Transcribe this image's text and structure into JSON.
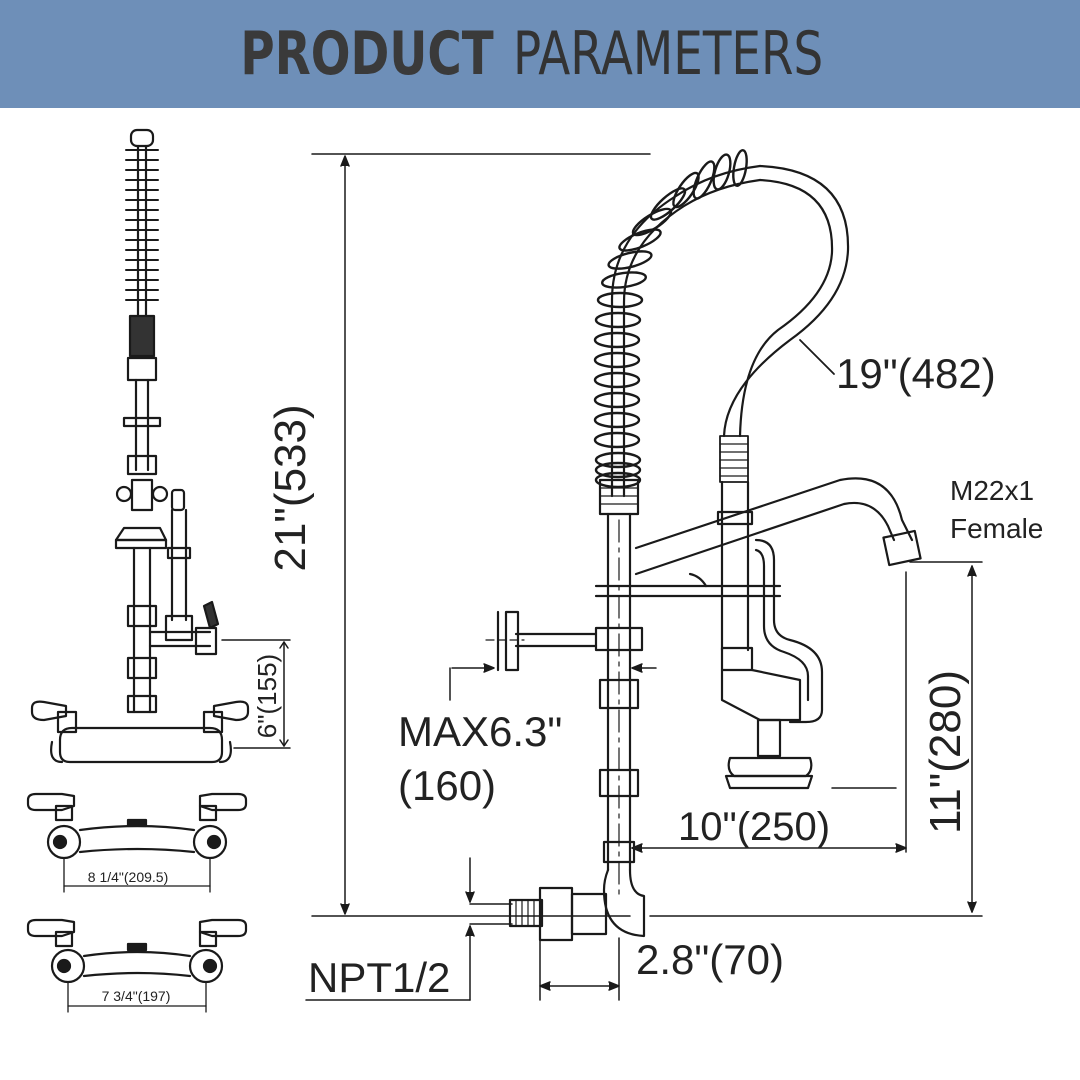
{
  "header": {
    "title_bold": "PRODUCT",
    "title_light": "PARAMETERS",
    "background": "#6e8fb8",
    "text_color": "#3a3a3a"
  },
  "dimensions": {
    "total_height": "21\"(533)",
    "hose_length": "19\"(482)",
    "thread_top": "M22x1",
    "thread_bottom": "Female",
    "spout_height": "11\"(280)",
    "spout_reach": "10\"(250)",
    "wall_bracket": "MAX6.3\"",
    "wall_bracket_mm": "(160)",
    "inlet_thread": "NPT1/2",
    "inlet_offset": "2.8\"(70)",
    "faucet_height": "6\"(155)",
    "center_wide": "8 1/4\"(209.5)",
    "center_narrow": "7 3/4\"(197)"
  },
  "line_color": "#1a1a1a"
}
